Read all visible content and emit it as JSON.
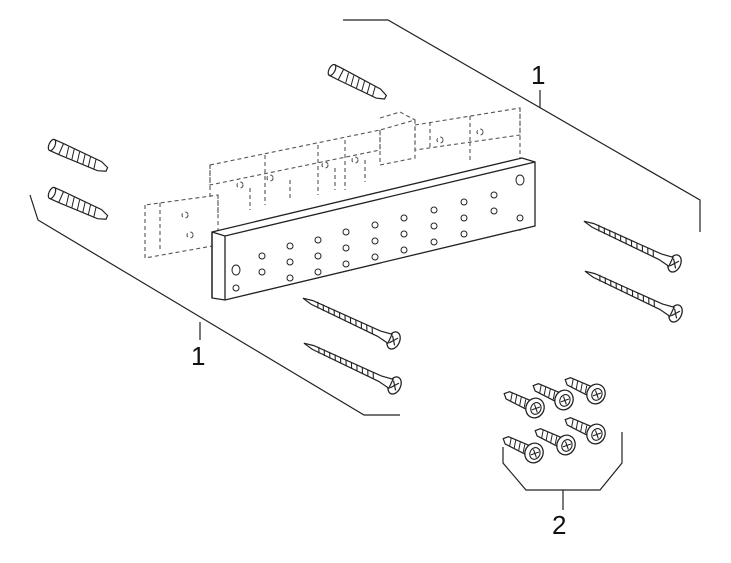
{
  "callouts": {
    "top_bracket": "1",
    "bottom_bracket": "1",
    "screw_set": "2"
  },
  "colors": {
    "line": "#222222",
    "dashed": "#555555",
    "fill": "#ffffff"
  }
}
